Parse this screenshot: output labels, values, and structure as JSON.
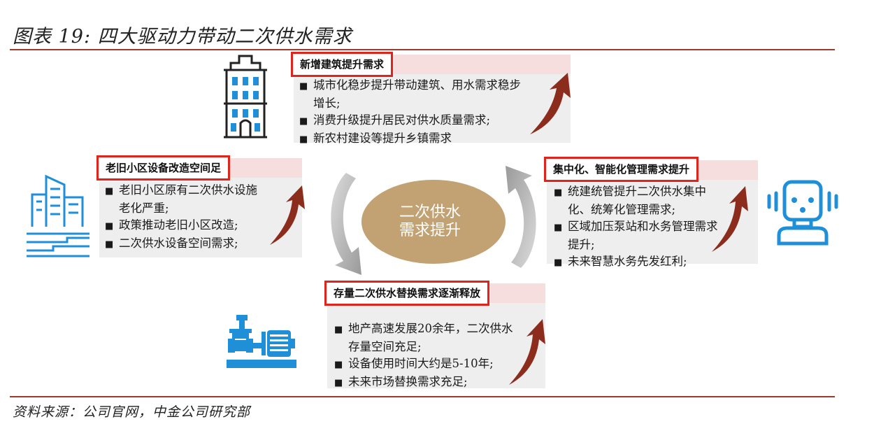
{
  "title": "图表 19:  四大驱动力带动二次供水需求",
  "source": "资料来源：公司官网，中金公司研究部",
  "center": {
    "line1": "二次供水",
    "line2": "需求提升"
  },
  "panels": {
    "top": {
      "header": "新增建筑提升需求",
      "items": [
        "城市化稳步提升带动建筑、用水需求稳步增长;",
        "消费升级提升居民对供水质量需求;",
        "新农村建设等提升乡镇需求"
      ]
    },
    "left": {
      "header": "老旧小区设备改造空间足",
      "items": [
        "老旧小区原有二次供水设施老化严重;",
        "政策推动老旧小区改造;",
        "二次供水设备空间需求;"
      ]
    },
    "right": {
      "header": "集中化、智能化管理需求提升",
      "items": [
        "统建统管提升二次供水集中化、统筹化管理需求;",
        "区域加压泵站和水务管理需求提升;",
        "未来智慧水务先发红利;"
      ]
    },
    "bottom": {
      "header": "存量二次供水替换需求逐渐释放",
      "items": [
        "地产高速发展20余年，二次供水存量空间充足;",
        "设备使用时间大约是5-10年;",
        "未来市场替换需求充足;"
      ]
    }
  },
  "colors": {
    "accent": "#9b3a2f",
    "highlight": "#e0241b",
    "icon": "#1f8fd8",
    "arrow": "#8b2c1c",
    "center": "#c2a173"
  },
  "icons": {
    "top": "building-icon",
    "left": "city-water-pipe-icon",
    "right": "robot-icon",
    "bottom": "water-pump-icon"
  }
}
